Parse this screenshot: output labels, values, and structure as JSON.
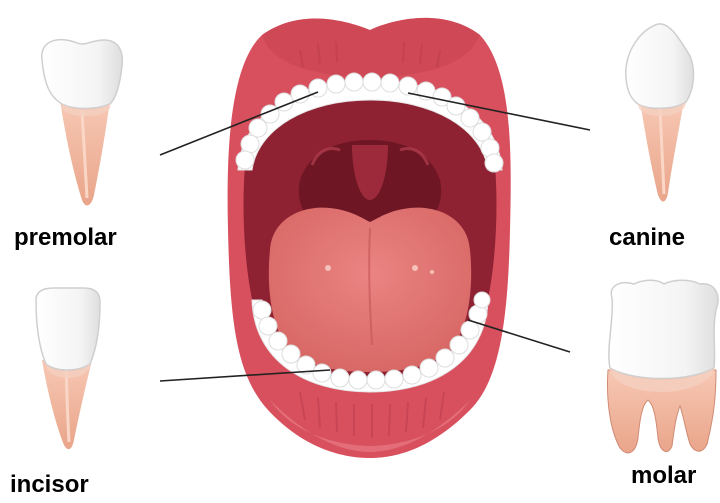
{
  "labels": {
    "premolar": "premolar",
    "canine": "canine",
    "incisor": "incisor",
    "molar": "molar"
  },
  "colors": {
    "lip": "#d8505e",
    "lip_dark": "#b83c4c",
    "mouth_interior": "#8e2232",
    "throat": "#6e1624",
    "uvula": "#9c2a3a",
    "tongue": "#e47a78",
    "tooth_crown": "#ffffff",
    "tooth_root": "#f2b5a0",
    "leader_line": "#222222"
  },
  "icons": {
    "premolar": "premolar-tooth-icon",
    "canine": "canine-tooth-icon",
    "incisor": "incisor-tooth-icon",
    "molar": "molar-tooth-icon",
    "mouth": "open-mouth-illustration"
  }
}
